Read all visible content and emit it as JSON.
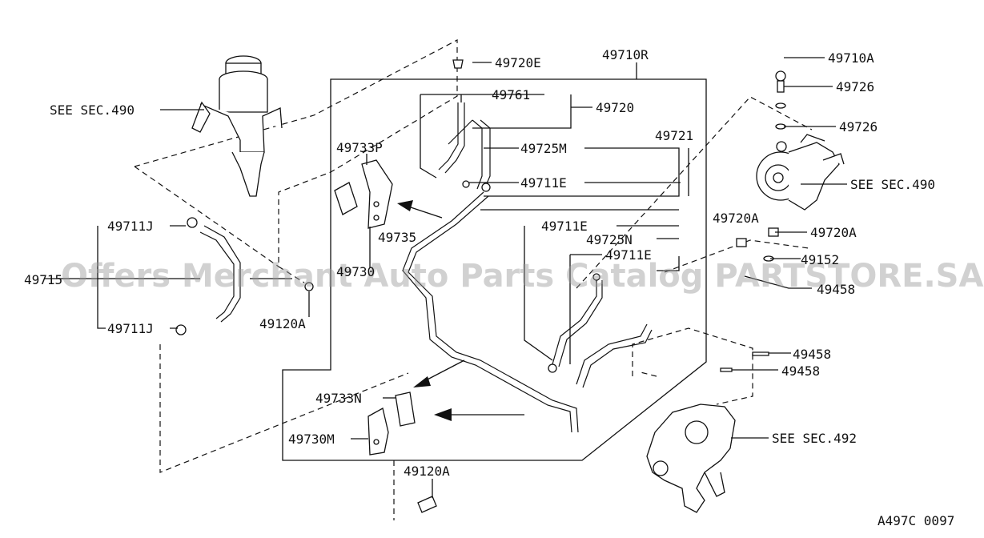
{
  "labels": {
    "l49720E": "49720E",
    "l49710R": "49710R",
    "l49710A": "49710A",
    "l49726a": "49726",
    "l49726b": "49726",
    "l49761": "49761",
    "l49720": "49720",
    "seeSec490a": "SEE SEC.490",
    "seeSec490b": "SEE SEC.490",
    "l49733P": "49733P",
    "l49725M": "49725M",
    "l49721": "49721",
    "l49711Ea": "49711E",
    "l49711Eb": "49711E",
    "l49711Ec": "49711E",
    "l49711Ja": "49711J",
    "l49711Jb": "49711J",
    "l49735": "49735",
    "l49725N": "49725N",
    "l49720Aa": "49720A",
    "l49720Ab": "49720A",
    "l49152": "49152",
    "l49715": "49715",
    "l49730": "49730",
    "l49458a": "49458",
    "l49458b": "49458",
    "l49458c": "49458",
    "l49120Aa": "49120A",
    "l49120Ab": "49120A",
    "l49733N": "49733N",
    "l49730M": "49730M",
    "seeSec492": "SEE SEC.492",
    "diagramCode": "A497C 0097"
  },
  "watermark": "Offers Merchant Auto Parts Catalog PARTSTORE.SA"
}
